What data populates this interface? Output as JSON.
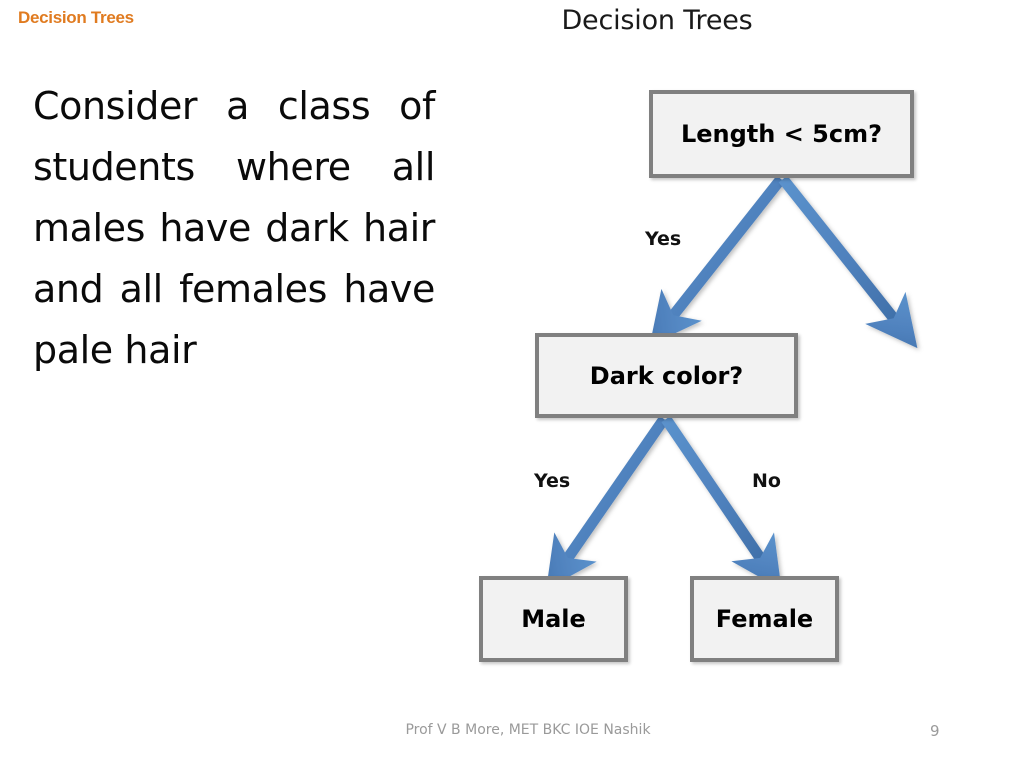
{
  "slide": {
    "corner_title": "Decision Trees",
    "title": "Decision Trees",
    "body_text": "Consider a class of students where all males have dark hair and all females have pale hair",
    "footer_note": "Prof V B More, MET BKC IOE Nashik",
    "page_number": "9"
  },
  "colors": {
    "corner_title": "#E07B20",
    "title": "#1a1a1a",
    "body_text": "#0a0a0a",
    "node_fill": "#F2F2F2",
    "node_border": "#808080",
    "arrow": "#4F81BD",
    "footer": "#9a9a9a",
    "background": "#FFFFFF"
  },
  "diagram": {
    "type": "decision-tree",
    "nodes": [
      {
        "id": "root",
        "label": "Length < 5cm?",
        "level": 0,
        "kind": "decision"
      },
      {
        "id": "dark",
        "label": "Dark color?",
        "level": 1,
        "kind": "decision"
      },
      {
        "id": "male",
        "label": "Male",
        "level": 2,
        "kind": "leaf"
      },
      {
        "id": "female",
        "label": "Female",
        "level": 2,
        "kind": "leaf"
      }
    ],
    "edges": [
      {
        "from": "root",
        "to": "dark",
        "label": "Yes",
        "direction": "left"
      },
      {
        "from": "root",
        "to": null,
        "label": "",
        "direction": "right"
      },
      {
        "from": "dark",
        "to": "male",
        "label": "Yes",
        "direction": "left"
      },
      {
        "from": "dark",
        "to": "female",
        "label": "No",
        "direction": "right"
      }
    ]
  }
}
